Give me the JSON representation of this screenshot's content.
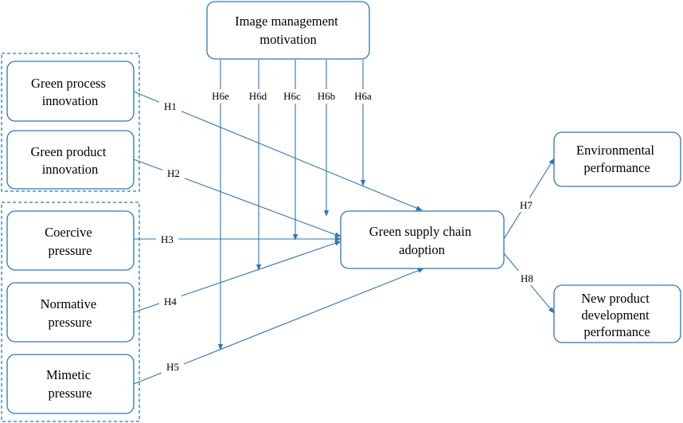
{
  "nodes": {
    "image_motivation": [
      "Image management",
      "motivation"
    ],
    "green_process": [
      "Green process",
      "innovation"
    ],
    "green_product": [
      "Green product",
      "innovation"
    ],
    "coercive": [
      "Coercive",
      "pressure"
    ],
    "normative": [
      "Normative",
      "pressure"
    ],
    "mimetic": [
      "Mimetic",
      "pressure"
    ],
    "gsc_adoption": [
      "Green supply chain",
      "adoption"
    ],
    "environmental": [
      "Environmental",
      "performance"
    ],
    "new_product": [
      "New product",
      "development",
      "performance"
    ]
  },
  "hypotheses": {
    "h1": "H1",
    "h2": "H2",
    "h3": "H3",
    "h4": "H4",
    "h5": "H5",
    "h6a": "H6a",
    "h6b": "H6b",
    "h6c": "H6c",
    "h6d": "H6d",
    "h6e": "H6e",
    "h7": "H7",
    "h8": "H8"
  },
  "colors": {
    "accent": "#2e75b6",
    "text": "#000000"
  }
}
